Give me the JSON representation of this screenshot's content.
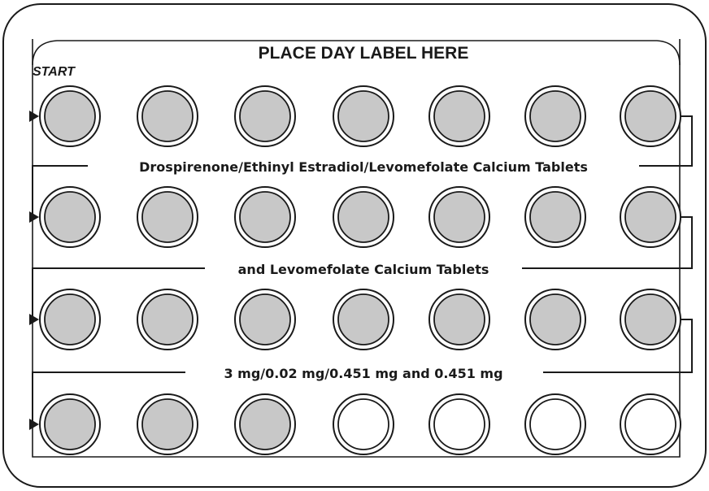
{
  "card": {
    "day_label": "PLACE DAY LABEL HERE",
    "start_label": "START"
  },
  "captions": [
    "Drospirenone/Ethinyl Estradiol/Levomefolate Calcium Tablets",
    "and Levomefolate Calcium Tablets",
    "3 mg/0.02 mg/0.451 mg and 0.451 mg"
  ],
  "blister": {
    "rows": 4,
    "columns": 7,
    "rows_data": [
      [
        "active",
        "active",
        "active",
        "active",
        "active",
        "active",
        "active"
      ],
      [
        "active",
        "active",
        "active",
        "active",
        "active",
        "active",
        "active"
      ],
      [
        "active",
        "active",
        "active",
        "active",
        "active",
        "active",
        "active"
      ],
      [
        "active",
        "active",
        "active",
        "empty",
        "empty",
        "empty",
        "empty"
      ]
    ]
  },
  "colors": {
    "active_fill": "#c8c8c8",
    "empty_fill": "#ffffff",
    "outline": "#1a1a1a",
    "background": "#ffffff"
  }
}
